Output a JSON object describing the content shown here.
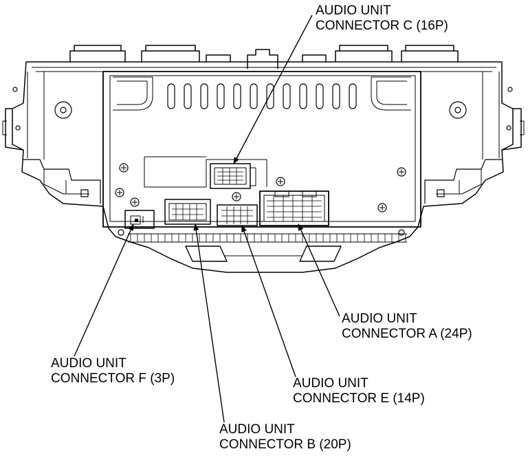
{
  "callouts": {
    "connector_c": {
      "line1": "AUDIO UNIT",
      "line2": "CONNECTOR C (16P)"
    },
    "connector_a": {
      "line1": "AUDIO UNIT",
      "line2": "CONNECTOR A (24P)"
    },
    "connector_f": {
      "line1": "AUDIO UNIT",
      "line2": "CONNECTOR F (3P)"
    },
    "connector_e": {
      "line1": "AUDIO UNIT",
      "line2": "CONNECTOR E (14P)"
    },
    "connector_b": {
      "line1": "AUDIO UNIT",
      "line2": "CONNECTOR B (20P)"
    }
  },
  "colors": {
    "ink": "#000000",
    "paper": "#ffffff"
  }
}
